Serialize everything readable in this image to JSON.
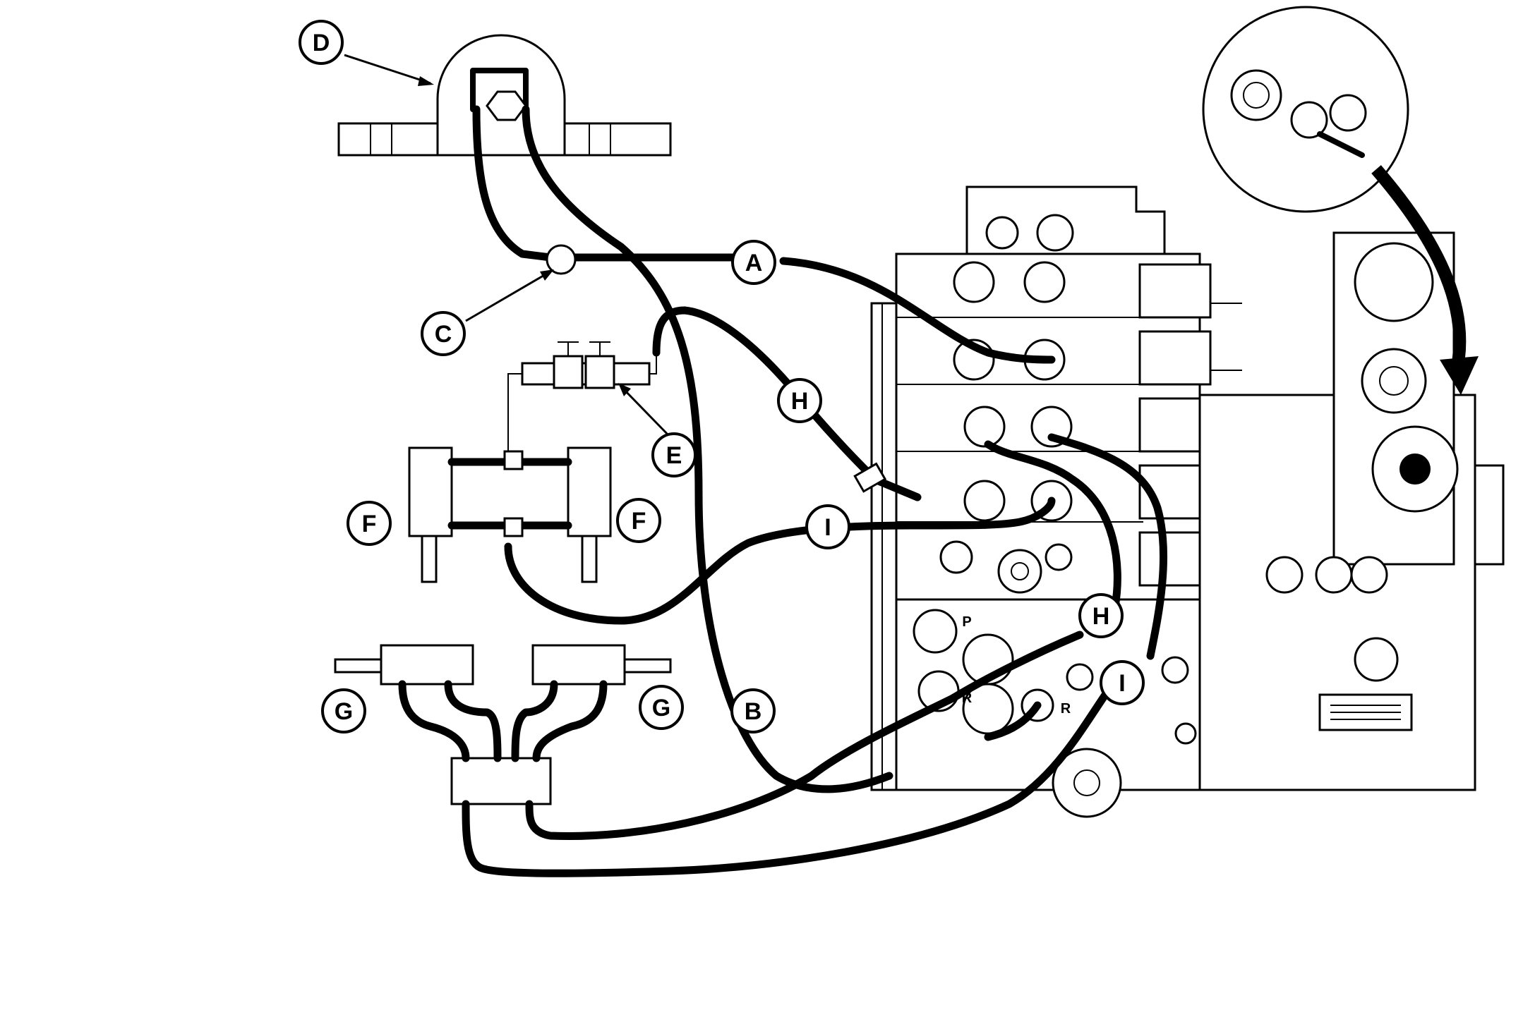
{
  "colors": {
    "line": "#000000",
    "background": "#ffffff"
  },
  "callouts": {
    "A": "A",
    "B": "B",
    "C": "C",
    "D": "D",
    "E": "E",
    "F1": "F",
    "F2": "F",
    "G1": "G",
    "G2": "G",
    "H1": "H",
    "H2": "H",
    "I1": "I",
    "I2": "I"
  },
  "port_labels": {
    "P": "P",
    "R1": "R",
    "R2": "R"
  }
}
